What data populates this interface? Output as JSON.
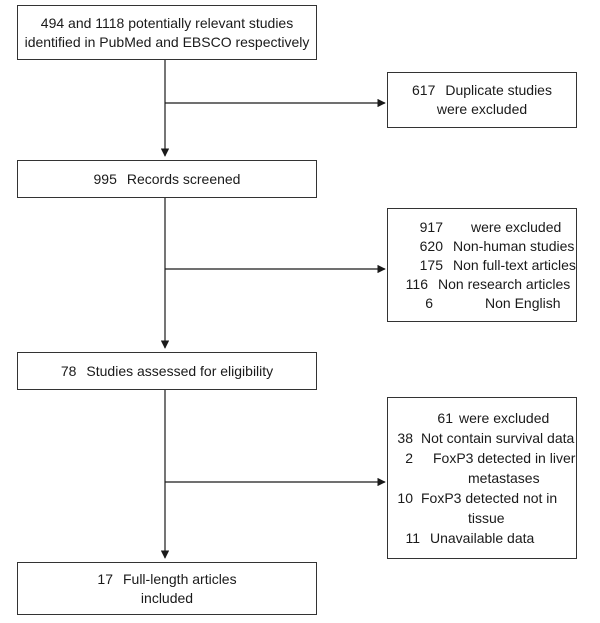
{
  "identification": {
    "line1": "494 and 1118 potentially relevant studies",
    "line2": "identified in PubMed and EBSCO respectively"
  },
  "duplicates": {
    "line1": {
      "n": "617",
      "t": "Duplicate studies"
    },
    "line2": "were excluded"
  },
  "screened": {
    "n": "995",
    "t": "Records screened"
  },
  "excluded_screening": {
    "rows": [
      {
        "n": "917",
        "t": "were excluded"
      },
      {
        "n": "620",
        "t": "Non-human studies"
      },
      {
        "n": "175",
        "t": "Non full-text articles"
      },
      {
        "n": "116",
        "t": "Non research articles"
      },
      {
        "n": "6",
        "t": "Non English"
      }
    ]
  },
  "eligibility": {
    "n": "78",
    "t": "Studies assessed for eligibility"
  },
  "excluded_eligibility": {
    "row0": {
      "n": "61",
      "t": "were excluded"
    },
    "row1": {
      "n": "38",
      "t": "Not contain survival data"
    },
    "row2": {
      "n": "2",
      "t": "FoxP3 detected in liver"
    },
    "row2b": "metastases",
    "row3": {
      "n": "10",
      "t": "FoxP3 detected not in"
    },
    "row3b": "tissue",
    "row4": {
      "n": "11",
      "t": "Unavailable data"
    }
  },
  "included": {
    "line1": {
      "n": "17",
      "t": "Full-length articles"
    },
    "line2": "included"
  }
}
